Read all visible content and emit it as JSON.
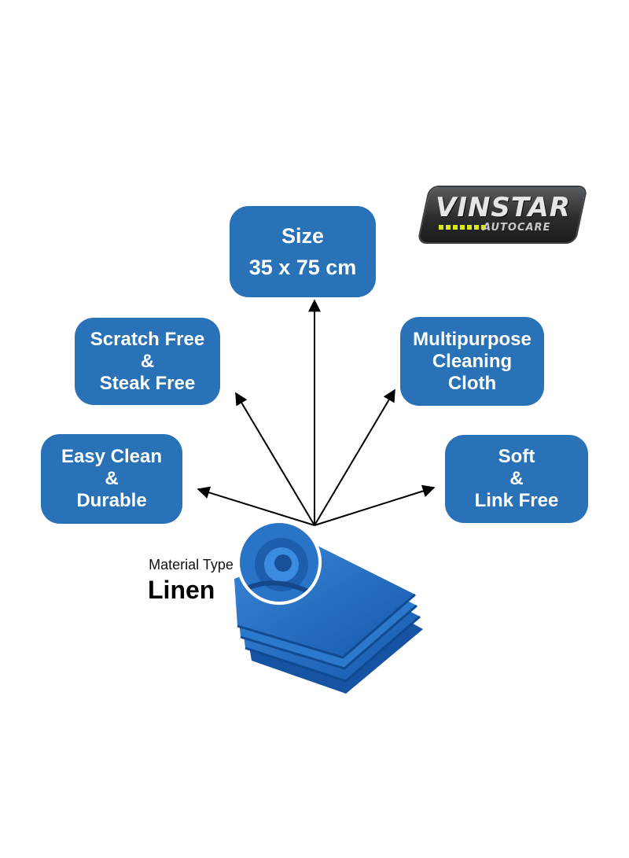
{
  "brand": {
    "name": "VINSTAR",
    "tagline": "AUTOCARE",
    "colors": {
      "plate": "#2b2d2f",
      "text": "#e6e6e6",
      "accent": "#d8e81a"
    }
  },
  "features": {
    "size": {
      "line1": "Size",
      "line2": "35 x 75 cm"
    },
    "scratch": {
      "line1": "Scratch Free",
      "line2": "&",
      "line3": "Steak Free"
    },
    "multipurpose": {
      "line1": "Multipurpose",
      "line2": "Cleaning",
      "line3": "Cloth"
    },
    "easy_clean": {
      "line1": "Easy Clean",
      "line2": "&",
      "line3": "Durable"
    },
    "soft": {
      "line1": "Soft",
      "line2": "&",
      "line3": "Link Free"
    }
  },
  "material": {
    "caption": "Material Type",
    "value": "Linen"
  },
  "colors": {
    "box": "#2a72b8",
    "box_text": "#ffffff",
    "arrow": "#000000",
    "towel": "#1f66bf"
  },
  "icons": {
    "product": "blue-microfiber-towel-stack",
    "zoom": "fabric-closeup-icon"
  }
}
